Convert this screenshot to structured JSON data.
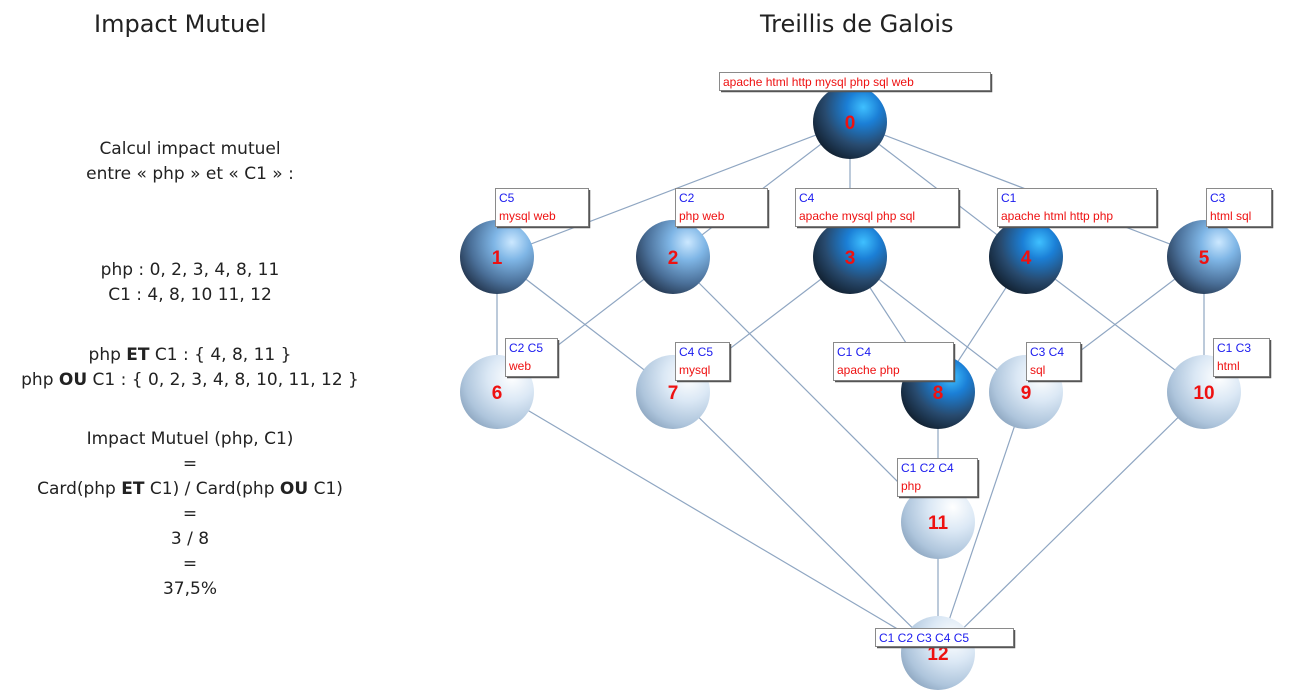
{
  "titles": {
    "left": "Impact Mutuel",
    "right": "Treillis de Galois"
  },
  "calculation": {
    "heading_line1": "Calcul impact mutuel",
    "heading_line2": "entre « php » et « C1 » :",
    "php_set": "php : 0, 2, 3, 4, 8, 11",
    "c1_set": "C1 : 4, 8, 10 11, 12",
    "intersection": {
      "pre": "php ",
      "op": "ET",
      "post": " C1 : { 4, 8, 11 }"
    },
    "union": {
      "pre": "php ",
      "op": "OU",
      "post": " C1 : { 0, 2, 3, 4, 8, 10, 11, 12 }"
    },
    "formula_title": "Impact Mutuel (php, C1)",
    "eq1": "=",
    "formula": {
      "a": "Card(php ",
      "op1": "ET",
      "b": " C1) / Card(php ",
      "op2": "OU",
      "c": " C1)"
    },
    "eq2": "=",
    "fraction": "3 / 8",
    "eq3": "=",
    "result": "37,5%"
  },
  "lattice": {
    "colors": {
      "extent": "#1a1aee",
      "intent": "#ee1111",
      "edge": "#8fa6c2",
      "number": "#ee1111"
    },
    "nodes": [
      {
        "id": "0",
        "extent": "",
        "intent": "apache html http mysql php sql web",
        "shade": "dark"
      },
      {
        "id": "1",
        "extent": "C5",
        "intent": "mysql web",
        "shade": "mid"
      },
      {
        "id": "2",
        "extent": "C2",
        "intent": "php web",
        "shade": "mid"
      },
      {
        "id": "3",
        "extent": "C4",
        "intent": "apache mysql php sql",
        "shade": "dark"
      },
      {
        "id": "4",
        "extent": "C1",
        "intent": "apache html http php",
        "shade": "dark"
      },
      {
        "id": "5",
        "extent": "C3",
        "intent": "html sql",
        "shade": "mid"
      },
      {
        "id": "6",
        "extent": "C2 C5",
        "intent": "web",
        "shade": "light"
      },
      {
        "id": "7",
        "extent": "C4 C5",
        "intent": "mysql",
        "shade": "light"
      },
      {
        "id": "8",
        "extent": "C1 C4",
        "intent": "apache php",
        "shade": "dark"
      },
      {
        "id": "9",
        "extent": "C3 C4",
        "intent": "sql",
        "shade": "light"
      },
      {
        "id": "10",
        "extent": "C1 C3",
        "intent": "html",
        "shade": "light"
      },
      {
        "id": "11",
        "extent": "C1 C2 C4",
        "intent": "php",
        "shade": "light"
      },
      {
        "id": "12",
        "extent": "C1 C2 C3 C4 C5",
        "intent": "",
        "shade": "light"
      }
    ],
    "edges": [
      [
        "0",
        "1"
      ],
      [
        "0",
        "2"
      ],
      [
        "0",
        "3"
      ],
      [
        "0",
        "4"
      ],
      [
        "0",
        "5"
      ],
      [
        "1",
        "6"
      ],
      [
        "1",
        "7"
      ],
      [
        "2",
        "6"
      ],
      [
        "2",
        "11"
      ],
      [
        "3",
        "7"
      ],
      [
        "3",
        "8"
      ],
      [
        "3",
        "9"
      ],
      [
        "4",
        "8"
      ],
      [
        "4",
        "10"
      ],
      [
        "5",
        "9"
      ],
      [
        "5",
        "10"
      ],
      [
        "6",
        "12"
      ],
      [
        "7",
        "12"
      ],
      [
        "8",
        "11"
      ],
      [
        "9",
        "12"
      ],
      [
        "10",
        "12"
      ],
      [
        "11",
        "12"
      ]
    ]
  }
}
